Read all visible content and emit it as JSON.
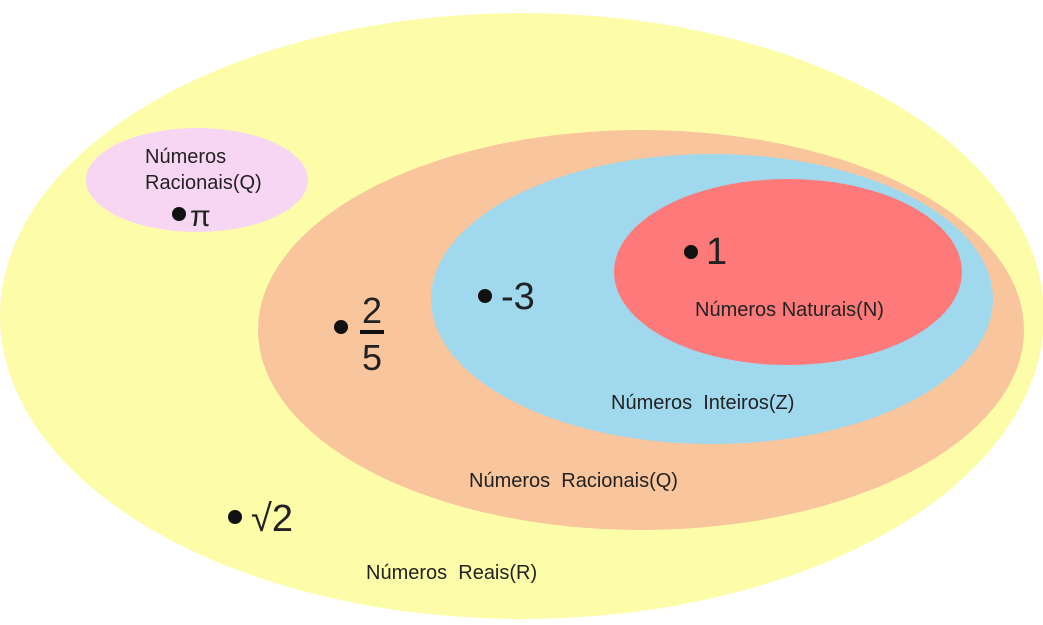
{
  "colors": {
    "reais": "#fdfda9",
    "racionais": "#f8c59d",
    "inteiros": "#a0d8ee",
    "naturais": "#fe7a7a",
    "irracionais": "#f7d6f3",
    "ink": "#111111"
  },
  "sets": {
    "reais": {
      "label": "Números  Reais(R)"
    },
    "racionais": {
      "label": "Números  Racionais(Q)"
    },
    "inteiros": {
      "label": "Números  Inteiros(Z)"
    },
    "naturais": {
      "label": "Números Naturais(N)"
    },
    "irracionais": {
      "label_line1": "Números",
      "label_line2": "Racionais(Q)"
    }
  },
  "elements": {
    "pi": "π",
    "one": "1",
    "minus_three": "-3",
    "fraction_numerator": "2",
    "fraction_denominator": "5",
    "sqrt_two": "√2"
  }
}
